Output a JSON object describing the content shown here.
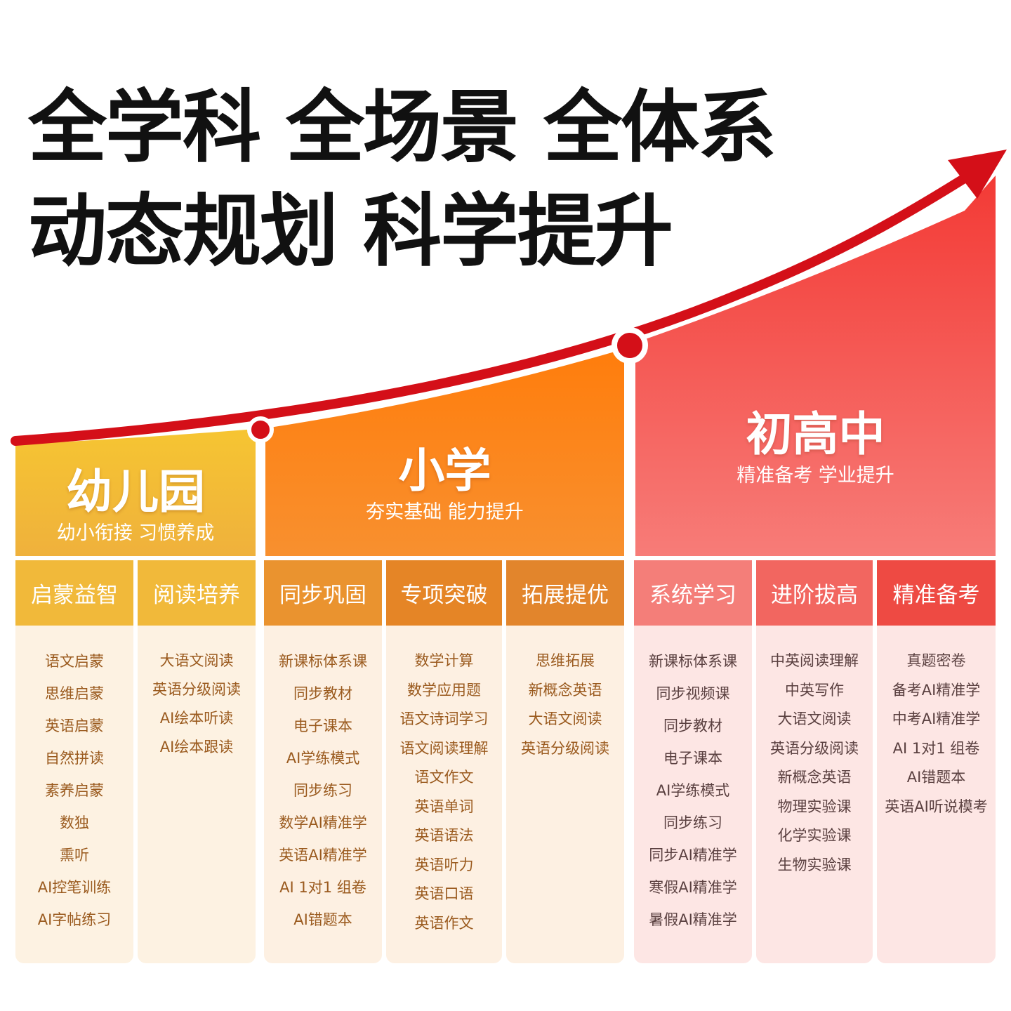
{
  "headline": {
    "line1": "全学科 全场景 全体系",
    "line2": "动态规划  科学提升"
  },
  "stages": [
    {
      "id": "kindergarten",
      "title": "幼儿园",
      "subtitle": "幼小衔接 习惯养成",
      "columns": [
        {
          "title": "启蒙益智",
          "items": [
            "语文启蒙",
            "思维启蒙",
            "英语启蒙",
            "自然拼读",
            "素养启蒙",
            "数独",
            "熏听",
            "AI控笔训练",
            "AI字帖练习"
          ]
        },
        {
          "title": "阅读培养",
          "items": [
            "大语文阅读",
            "英语分级阅读",
            "AI绘本听读",
            "AI绘本跟读"
          ]
        }
      ]
    },
    {
      "id": "primary",
      "title": "小学",
      "subtitle": "夯实基础  能力提升",
      "columns": [
        {
          "title": "同步巩固",
          "items": [
            "新课标体系课",
            "同步教材",
            "电子课本",
            "AI学练模式",
            "同步练习",
            "数学AI精准学",
            "英语AI精准学",
            "AI 1对1 组卷",
            "AI错题本"
          ]
        },
        {
          "title": "专项突破",
          "items": [
            "数学计算",
            "数学应用题",
            "语文诗词学习",
            "语文阅读理解",
            "语文作文",
            "英语单词",
            "英语语法",
            "英语听力",
            "英语口语",
            "英语作文"
          ]
        },
        {
          "title": "拓展提优",
          "items": [
            "思维拓展",
            "新概念英语",
            "大语文阅读",
            "英语分级阅读"
          ]
        }
      ]
    },
    {
      "id": "middle-high",
      "title": "初高中",
      "subtitle": "精准备考  学业提升",
      "columns": [
        {
          "title": "系统学习",
          "items": [
            "新课标体系课",
            "同步视频课",
            "同步教材",
            "电子课本",
            "AI学练模式",
            "同步练习",
            "同步AI精准学",
            "寒假AI精准学",
            "暑假AI精准学"
          ]
        },
        {
          "title": "进阶拔高",
          "items": [
            "中英阅读理解",
            "中英写作",
            "大语文阅读",
            "英语分级阅读",
            "新概念英语",
            "物理实验课",
            "化学实验课",
            "生物实验课"
          ]
        },
        {
          "title": "精准备考",
          "items": [
            "真题密卷",
            "备考AI精准学",
            "中考AI精准学",
            "AI 1对1 组卷",
            "AI错题本",
            "英语AI听说模考"
          ]
        }
      ]
    }
  ],
  "colors": {
    "kindergarten_top": "#f4c233",
    "kindergarten_bottom": "#efb43b",
    "kindergarten_header": "#f1b93a",
    "kindergarten_body": "#fdf2e2",
    "primary_top": "#ff8a1a",
    "primary_bottom": "#f7882d",
    "primary_header": "#ec8d2c",
    "primary_body": "#fdf0e2",
    "middle_top": "#f5534c",
    "middle_bottom": "#f77a76",
    "middle_header": "#f07a76",
    "middle_body": "#fde6e4",
    "curve": "#d40f18"
  }
}
